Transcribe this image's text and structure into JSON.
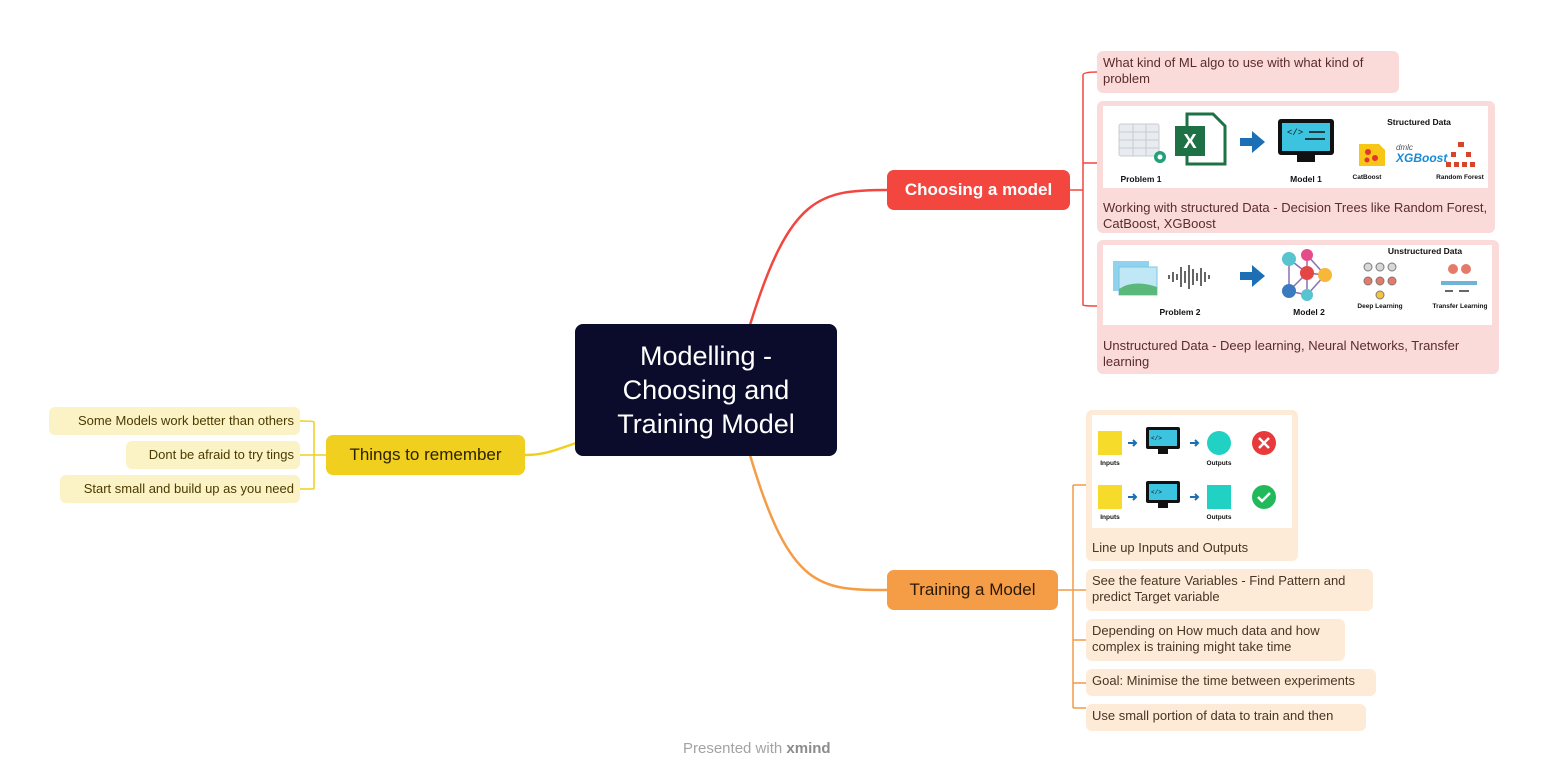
{
  "root": {
    "title": "Modelling - Choosing and Training Model"
  },
  "choosing": {
    "label": "Choosing a model",
    "items": [
      "What kind of ML algo to use with what kind of problem",
      "Working with structured Data - Decision Trees like Random Forest, CatBoost, XGBoost",
      "Unstructured Data - Deep learning, Neural Networks, Transfer learning"
    ],
    "structured_image": {
      "problem": "Problem 1",
      "model": "Model 1",
      "heading": "Structured Data",
      "algos": [
        "CatBoost",
        "Random Forest"
      ],
      "xgb_top": "dmlc",
      "xgb_main": "XGBoost"
    },
    "unstructured_image": {
      "problem": "Problem 2",
      "model": "Model 2",
      "heading": "Unstructured Data",
      "algos": [
        "Deep Learning",
        "Transfer Learning"
      ]
    }
  },
  "training": {
    "label": "Training a Model",
    "image": {
      "inputs": "Inputs",
      "outputs": "Outputs"
    },
    "items": [
      "Line up Inputs and Outputs",
      "See the feature Variables - Find Pattern and predict Target variable",
      "Depending on How much data and how complex is training might take time",
      "Goal: Minimise the time between experiments",
      "Use small portion of data to train and then"
    ]
  },
  "remember": {
    "label": "Things to remember",
    "items": [
      "Some Models work better than others",
      "Dont be afraid to try tings",
      "Start small and build up as you need"
    ]
  },
  "footer": {
    "prefix": "Presented with",
    "brand": "xmind"
  },
  "colors": {
    "root": "#0b0b2b",
    "choosing": "#f2463f",
    "training": "#f49c46",
    "remember": "#f1cf1f"
  }
}
